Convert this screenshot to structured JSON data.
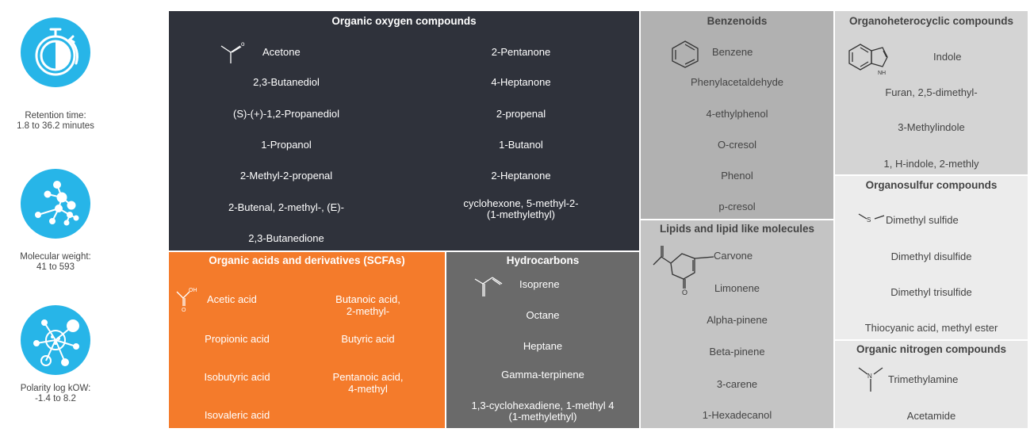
{
  "stats": [
    {
      "icon": "stopwatch-icon",
      "line1": "Retention time:",
      "line2": "1.8 to 36.2 minutes"
    },
    {
      "icon": "molecule-icon",
      "line1": "Molecular weight:",
      "line2": "41 to 593"
    },
    {
      "icon": "network-icon",
      "line1": "Polarity log kOW:",
      "line2": "-1.4 to 8.2"
    }
  ],
  "groups": {
    "oxygen": {
      "title": "Organic oxygen compounds",
      "left": [
        "Acetone",
        "2,3-Butanediol",
        "(S)-(+)-1,2-Propanediol",
        "1-Propanol",
        "2-Methyl-2-propenal",
        "2-Butenal, 2-methyl-, (E)-",
        "2,3-Butanedione"
      ],
      "right": [
        "2-Pentanone",
        "4-Heptanone",
        "2-propenal",
        "1-Butanol",
        "2-Heptanone",
        "cyclohexone, 5-methyl-2-",
        "(1-methylethyl)"
      ]
    },
    "acids": {
      "title": "Organic acids and derivatives (SCFAs)",
      "left": [
        "Acetic acid",
        "Propionic acid",
        "Isobutyric acid",
        "Isovaleric acid"
      ],
      "right": [
        "Butanoic acid,",
        "2-methyl-",
        "Butyric acid",
        "Pentanoic acid,",
        "4-methyl"
      ],
      "structure_label": "OH",
      "structure_label2": "O"
    },
    "hydrocarbons": {
      "title": "Hydrocarbons",
      "items": [
        "Isoprene",
        "Octane",
        "Heptane",
        "Gamma-terpinene",
        "1,3-cyclohexadiene, 1-methyl 4",
        "(1-methylethyl)"
      ]
    },
    "benzenoids": {
      "title": "Benzenoids",
      "items": [
        "Benzene",
        "Phenylacetaldehyde",
        "4-ethylphenol",
        "O-cresol",
        "Phenol",
        "p-cresol"
      ]
    },
    "lipids": {
      "title": "Lipids and lipid like molecules",
      "items": [
        "Carvone",
        "Limonene",
        "Alpha-pinene",
        "Beta-pinene",
        "3-carene",
        "1-Hexadecanol"
      ]
    },
    "heterocyclic": {
      "title": "Organoheterocyclic compounds",
      "items": [
        "Indole",
        "Furan, 2,5-dimethyl-",
        "3-Methylindole",
        "1, H-indole, 2-methly"
      ],
      "structure_label": "NH"
    },
    "sulfur": {
      "title": "Organosulfur compounds",
      "items": [
        "Dimethyl sulfide",
        "Dimethyl disulfide",
        "Dimethyl trisulfide",
        "Thiocyanic acid, methyl ester"
      ],
      "structure_label": "S"
    },
    "nitrogen": {
      "title": "Organic nitrogen compounds",
      "items": [
        "Trimethylamine",
        "Acetamide"
      ],
      "structure_label": "N"
    }
  },
  "colors": {
    "accent_blue": "#27b5e8",
    "oxygen_bg": "#2f323b",
    "acids_bg": "#f47b2b",
    "hydrocarbons_bg": "#6a6a6a"
  }
}
